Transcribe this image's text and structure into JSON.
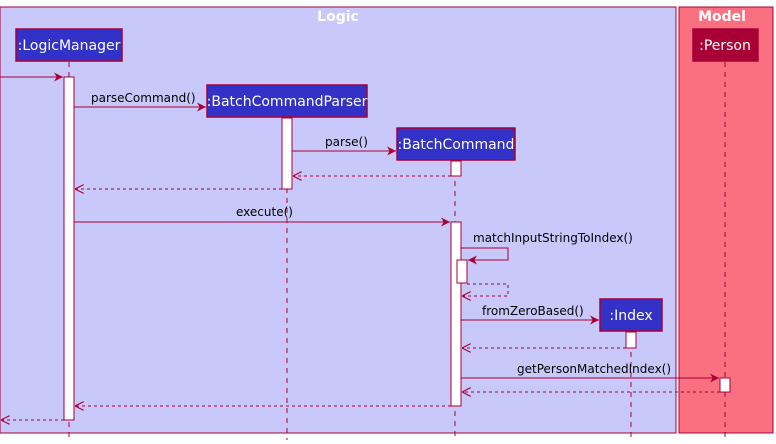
{
  "frames": {
    "logic": {
      "title": "Logic"
    },
    "model": {
      "title": "Model"
    }
  },
  "participants": {
    "logic_manager": ":LogicManager",
    "batch_command_parser": ":BatchCommandParser",
    "batch_command": ":BatchCommand",
    "index": ":Index",
    "person": ":Person"
  },
  "messages": {
    "parse_command": "parseCommand()",
    "parse": "parse()",
    "execute": "execute()",
    "match_input": "matchInputStringToIndex()",
    "from_zero_based": "fromZeroBased()",
    "get_person": "getPersonMatchedIndex()"
  },
  "colors": {
    "logic_bg": "#c8c8fa",
    "model_bg": "#fb7081",
    "frame_border": "#a80036",
    "participant_logic": "#3232c8",
    "participant_model": "#a80036",
    "arrow": "#a80036"
  }
}
